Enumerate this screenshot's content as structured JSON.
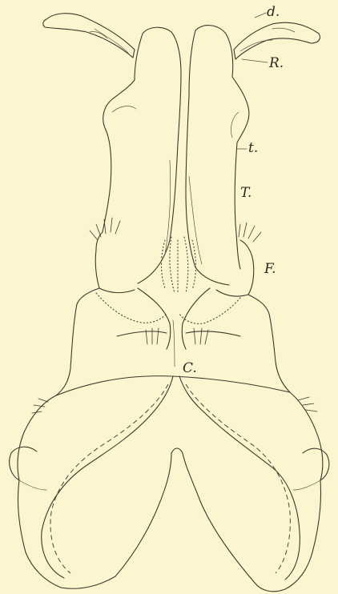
{
  "figure": {
    "labels": {
      "d": "d.",
      "R": "R.",
      "t": "t.",
      "T": "T.",
      "F": "F.",
      "C": "C."
    }
  }
}
